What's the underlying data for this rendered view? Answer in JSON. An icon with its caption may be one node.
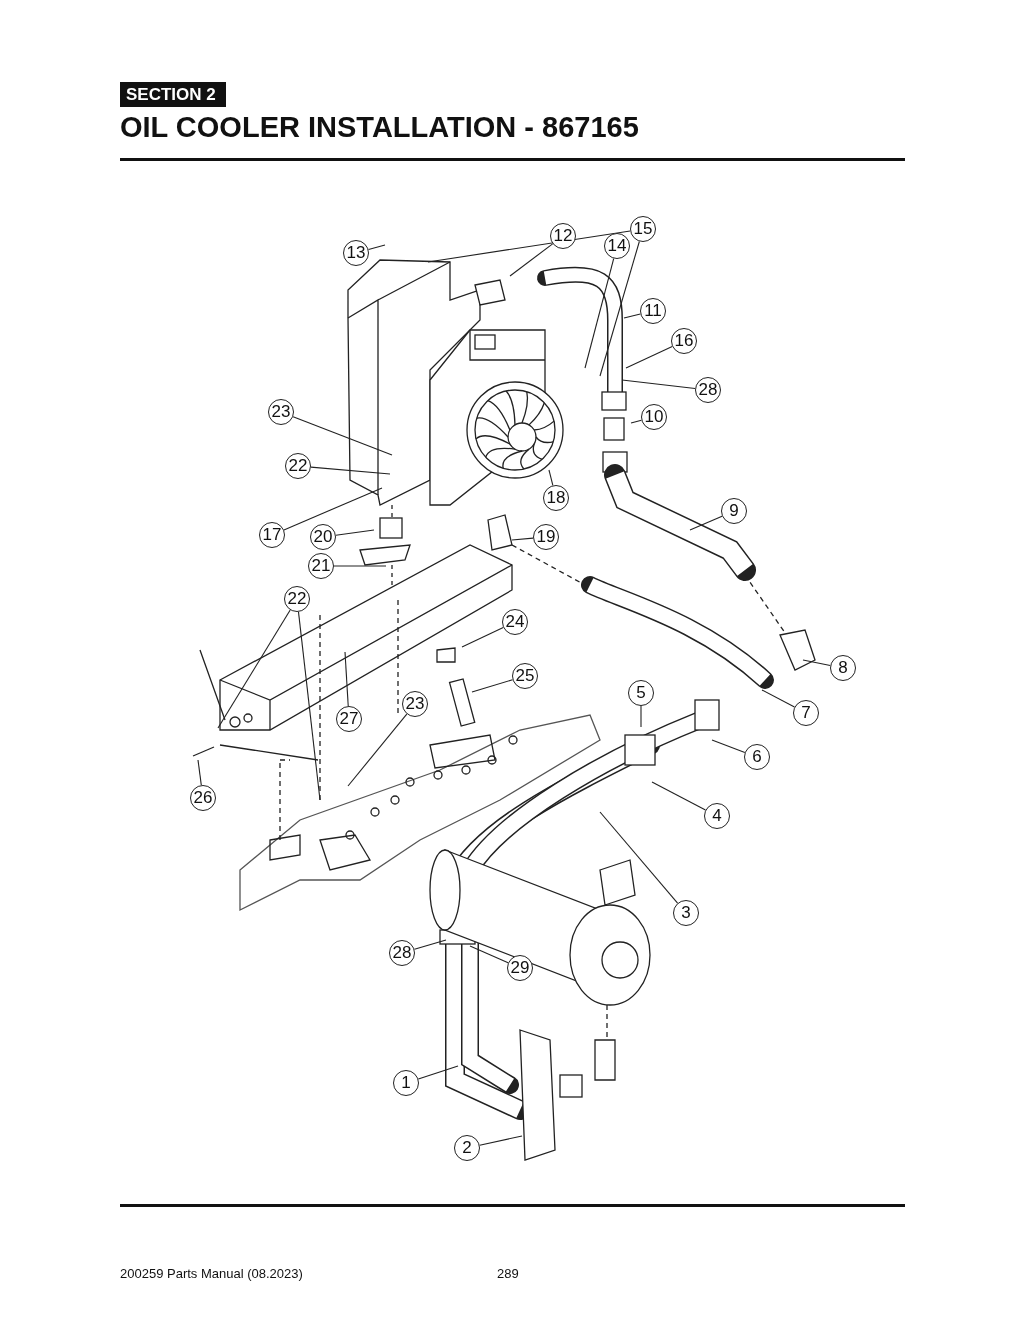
{
  "diagram": {
    "title": "OIL COOLER INSTALLATION - 867165",
    "nodes": [
      {
        "text": [
          "13"
        ]
      },
      {
        "text": [
          "12"
        ]
      },
      {
        "text": [
          "15"
        ]
      },
      {
        "text": [
          "14"
        ]
      },
      {
        "text": [
          "11"
        ]
      },
      {
        "text": [
          "16"
        ]
      },
      {
        "text": [
          "28"
        ]
      },
      {
        "text": [
          "10"
        ]
      },
      {
        "text": [
          "23"
        ]
      },
      {
        "text": [
          "22"
        ]
      },
      {
        "text": [
          "18"
        ]
      },
      {
        "text": [
          "9"
        ]
      },
      {
        "text": [
          "17"
        ]
      },
      {
        "text": [
          "20"
        ]
      },
      {
        "text": [
          "19"
        ]
      },
      {
        "text": [
          "21"
        ]
      },
      {
        "text": [
          "22"
        ]
      },
      {
        "text": [
          "24"
        ]
      },
      {
        "text": [
          "25"
        ]
      },
      {
        "text": [
          "8"
        ]
      },
      {
        "text": [
          "5"
        ]
      },
      {
        "text": [
          "23"
        ]
      },
      {
        "text": [
          "27"
        ]
      },
      {
        "text": [
          "7"
        ]
      },
      {
        "text": [
          "6"
        ]
      },
      {
        "text": [
          "26"
        ]
      },
      {
        "text": [
          "4"
        ]
      },
      {
        "text": [
          "3"
        ]
      },
      {
        "text": [
          "28"
        ]
      },
      {
        "text": [
          "29"
        ]
      },
      {
        "text": [
          "1"
        ]
      },
      {
        "text": [
          "2"
        ]
      }
    ],
    "edges": [
      {
        "from": 0,
        "to": null,
        "arrow": "none"
      },
      {
        "from": 1,
        "to": null,
        "arrow": "none"
      },
      {
        "from": 2,
        "to": null,
        "arrow": "none"
      },
      {
        "from": 2,
        "to": null,
        "arrow": "none"
      },
      {
        "from": 3,
        "to": null,
        "arrow": "none"
      },
      {
        "from": 4,
        "to": null,
        "arrow": "none"
      },
      {
        "from": 5,
        "to": null,
        "arrow": "none"
      },
      {
        "from": 6,
        "to": null,
        "arrow": "none"
      },
      {
        "from": 7,
        "to": null,
        "arrow": "none"
      },
      {
        "from": 8,
        "to": null,
        "arrow": "none"
      },
      {
        "from": 9,
        "to": null,
        "arrow": "none"
      },
      {
        "from": 10,
        "to": null,
        "arrow": "none"
      },
      {
        "from": 11,
        "to": null,
        "arrow": "none"
      },
      {
        "from": 12,
        "to": null,
        "arrow": "none"
      },
      {
        "from": 13,
        "to": null,
        "arrow": "none"
      },
      {
        "from": 14,
        "to": null,
        "arrow": "none"
      },
      {
        "from": 15,
        "to": null,
        "arrow": "none"
      },
      {
        "from": 16,
        "to": null,
        "arrow": "none"
      },
      {
        "from": 16,
        "to": null,
        "arrow": "none"
      },
      {
        "from": 17,
        "to": null,
        "arrow": "none"
      },
      {
        "from": 18,
        "to": null,
        "arrow": "none"
      },
      {
        "from": 19,
        "to": null,
        "arrow": "none"
      },
      {
        "from": 20,
        "to": null,
        "arrow": "none"
      },
      {
        "from": 21,
        "to": null,
        "arrow": "none"
      },
      {
        "from": 22,
        "to": null,
        "arrow": "none"
      },
      {
        "from": 23,
        "to": null,
        "arrow": "none"
      },
      {
        "from": 24,
        "to": null,
        "arrow": "none"
      },
      {
        "from": 25,
        "to": null,
        "arrow": "none"
      },
      {
        "from": 26,
        "to": null,
        "arrow": "none"
      },
      {
        "from": 27,
        "to": null,
        "arrow": "none"
      },
      {
        "from": 28,
        "to": null,
        "arrow": "none"
      },
      {
        "from": 29,
        "to": null,
        "arrow": "none"
      },
      {
        "from": 30,
        "to": null,
        "arrow": "none"
      },
      {
        "from": 31,
        "to": null,
        "arrow": "none"
      }
    ],
    "labels": [
      "SECTION 2",
      "200259 Parts Manual (08.2023)",
      "289"
    ]
  }
}
